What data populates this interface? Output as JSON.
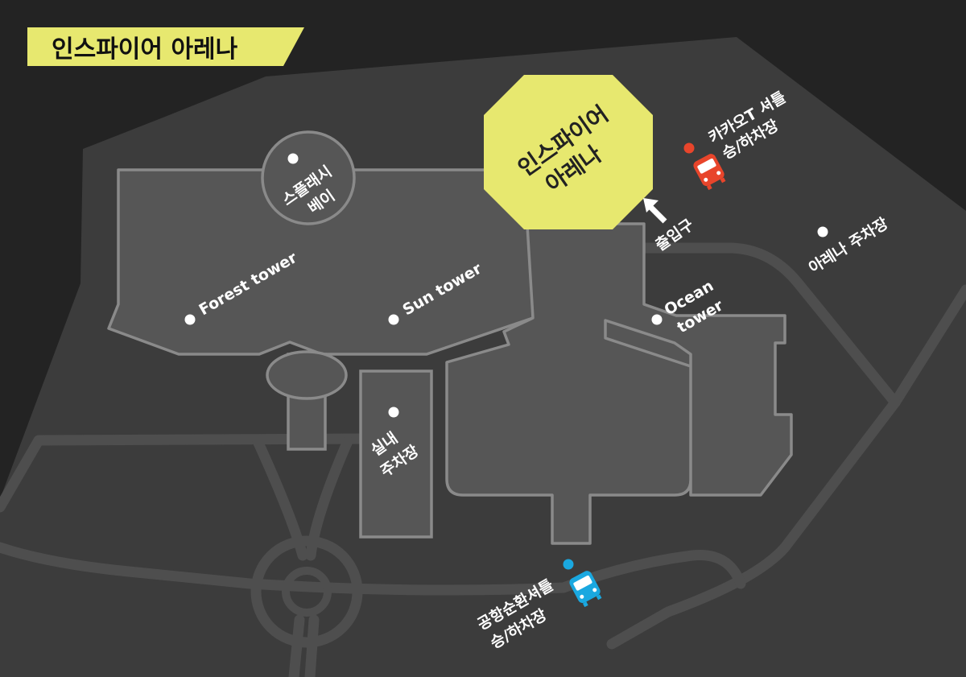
{
  "title": "인스파이어 아레나",
  "arena": {
    "line1": "인스파이어",
    "line2": "아레나"
  },
  "places": {
    "splash_bay": {
      "line1": "스플래시",
      "line2": "베이"
    },
    "forest_tower": "Forest tower",
    "sun_tower": "Sun tower",
    "ocean_tower": {
      "line1": "Ocean",
      "line2": "tower"
    },
    "indoor_parking": {
      "line1": "실내",
      "line2": "주차장"
    },
    "arena_parking": "아레나 주차장",
    "entrance": "출입구",
    "kakao_shuttle": {
      "line1": "카카오T 셔틀",
      "line2": "승/하차장"
    },
    "airport_shuttle": {
      "line1": "공항순환셔틀",
      "line2": "승/하차장"
    }
  },
  "icons": {
    "kakao_bus": "bus-icon",
    "airport_bus": "bus-icon",
    "entrance_arrow": "arrow-up-left-icon",
    "place_marker": "dot-marker-icon"
  },
  "colors": {
    "background": "#232323",
    "site": "#3c3c3c",
    "building": "#565656",
    "outline": "#8a8a8a",
    "arena": "#e7e86f",
    "kakao_marker": "#e8452b",
    "airport_marker": "#1aa8e0",
    "label": "#ffffff"
  }
}
